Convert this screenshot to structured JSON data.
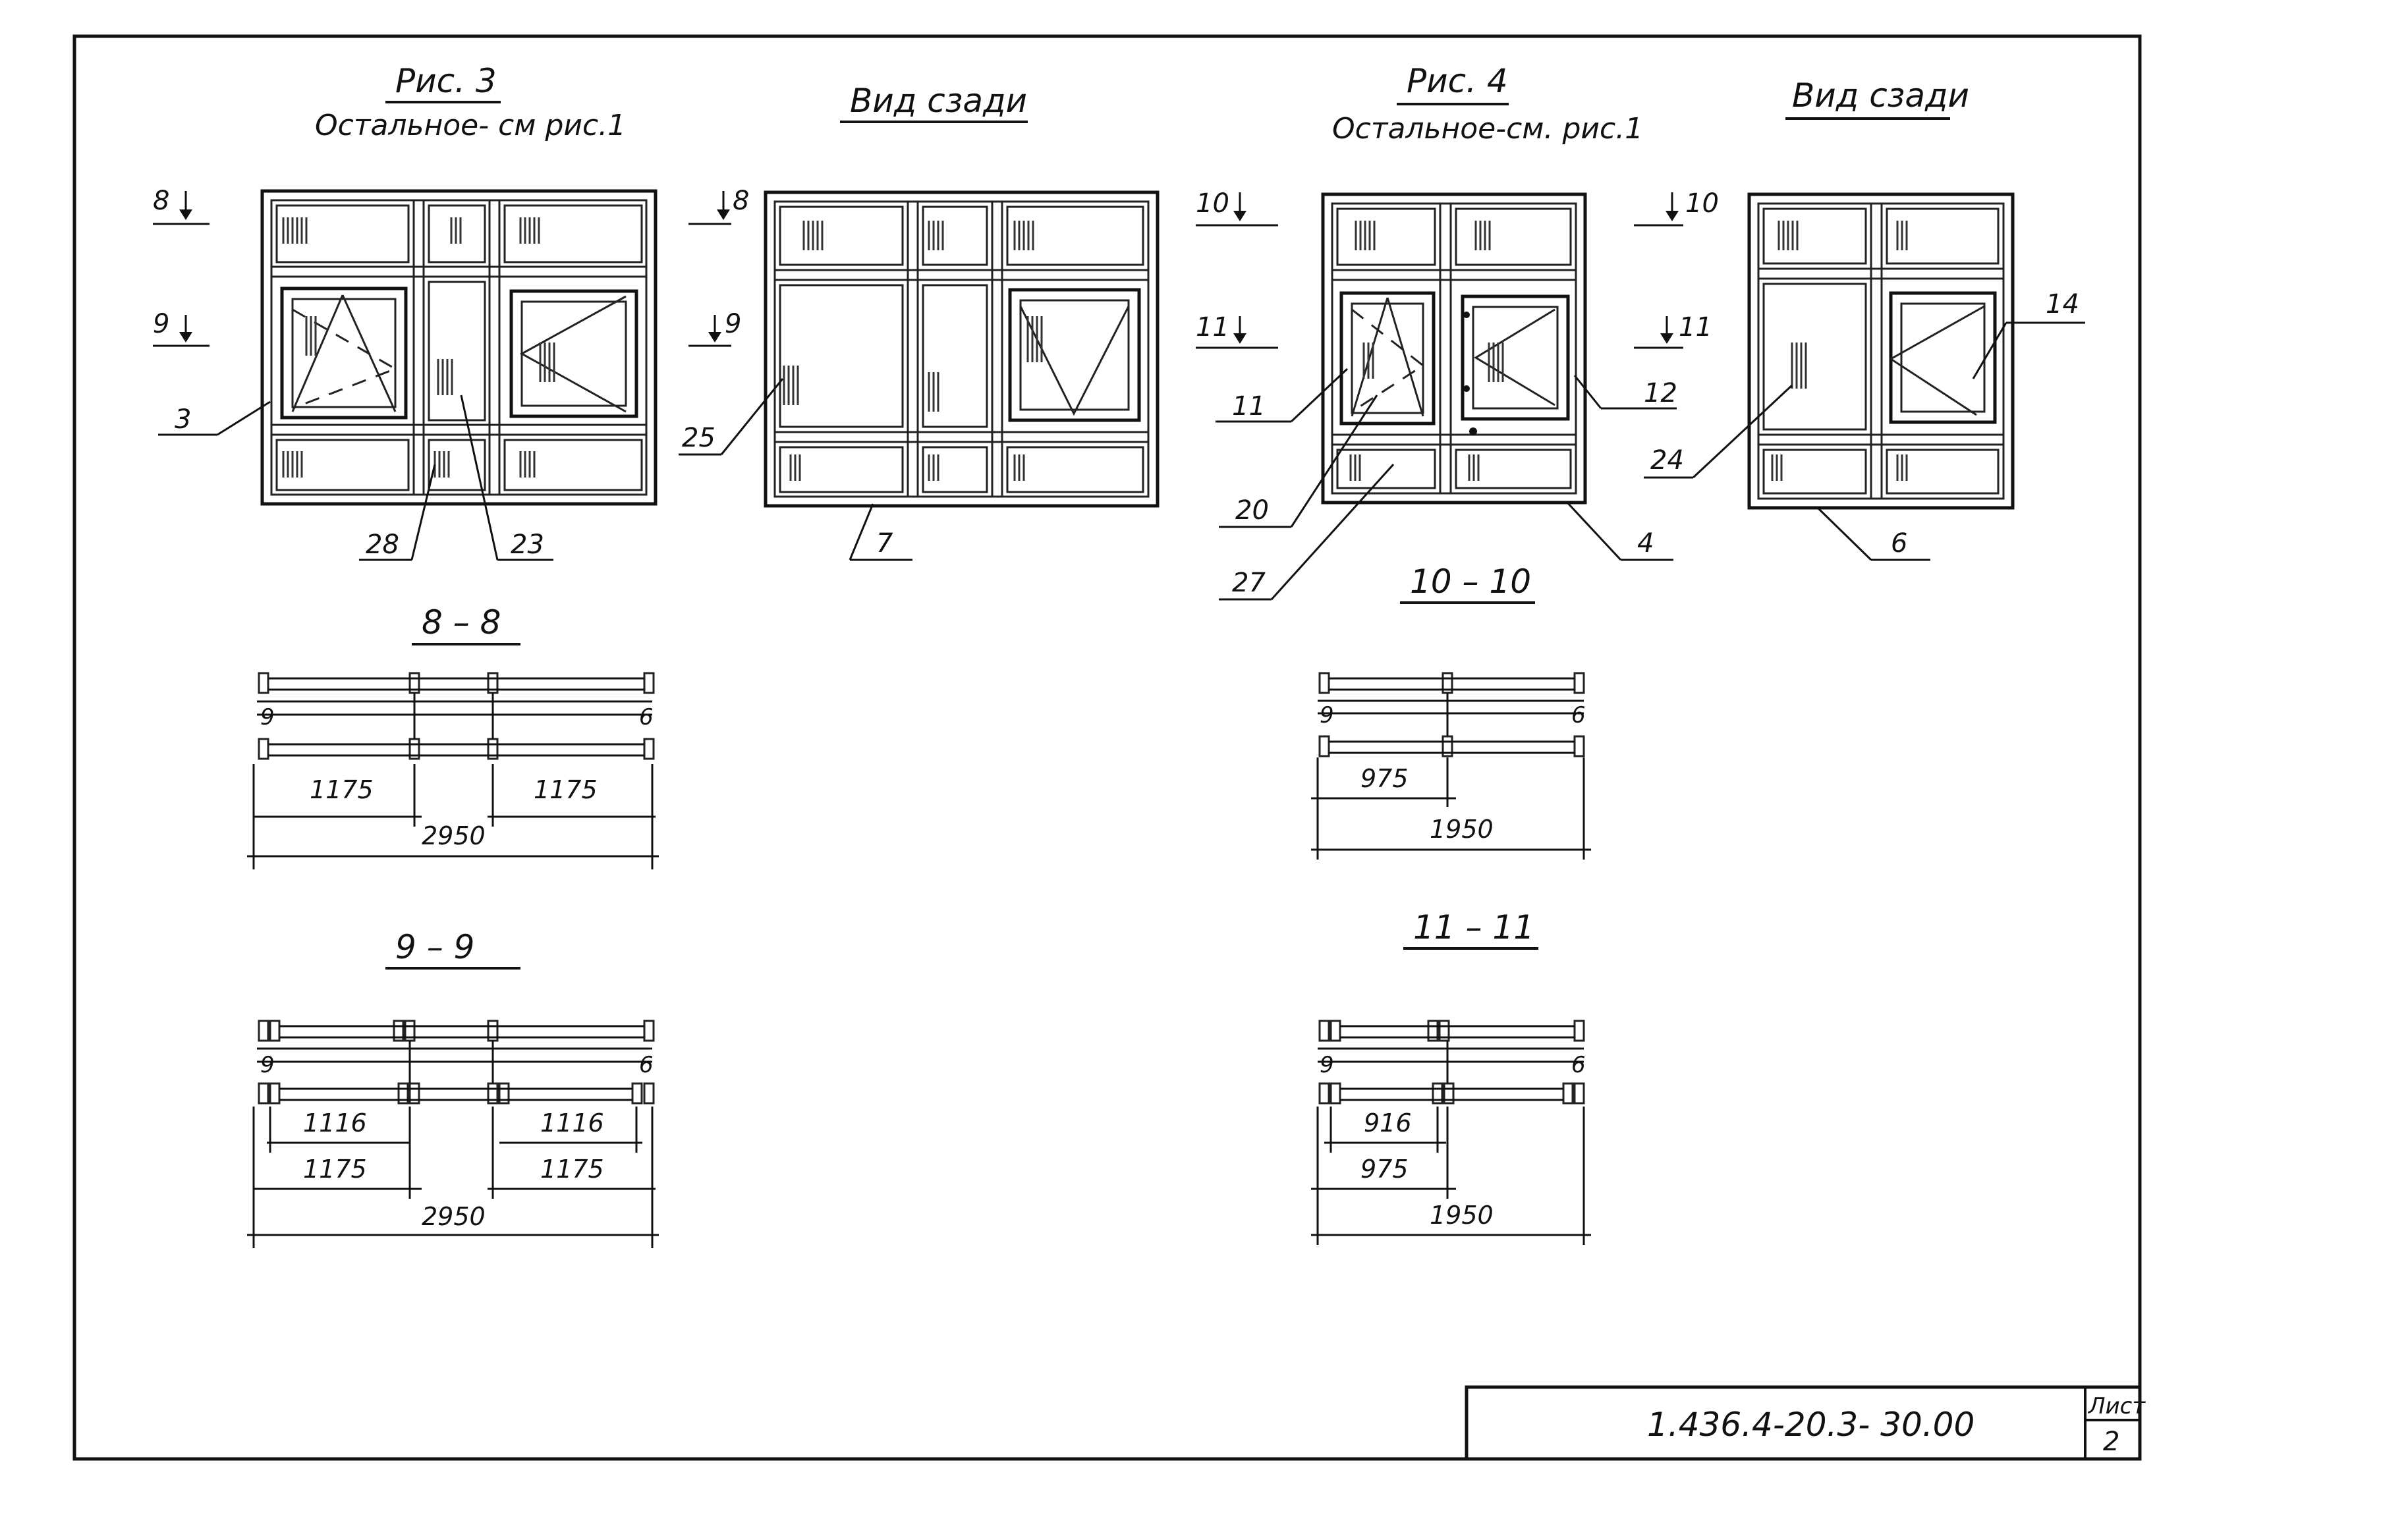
{
  "figure3": {
    "title": "Рис. 3",
    "note": "Остальное- см рис.1",
    "back_view_title": "Вид сзади",
    "section_marks": [
      "8",
      "9",
      "8",
      "9"
    ],
    "callouts_front": [
      "3",
      "28",
      "23"
    ],
    "callouts_back": [
      "25",
      "7"
    ]
  },
  "figure4": {
    "title": "Рис. 4",
    "note": "Остальное-см. рис.1",
    "back_view_title": "Вид сзади",
    "section_marks": [
      "10",
      "11",
      "10",
      "11"
    ],
    "callouts_front": [
      "11",
      "20",
      "27",
      "12",
      "4"
    ],
    "callouts_back": [
      "14",
      "24",
      "6"
    ]
  },
  "sections": {
    "s88": {
      "title": "8 – 8",
      "dims": [
        "1175",
        "1175",
        "2950"
      ],
      "marks": [
        "9",
        "6"
      ]
    },
    "s99": {
      "title": "9 – 9",
      "dims": [
        "1116",
        "1116",
        "1175",
        "1175",
        "2950"
      ],
      "marks": [
        "9",
        "6"
      ]
    },
    "s1010": {
      "title": "10 – 10",
      "dims": [
        "975",
        "1950"
      ],
      "marks": [
        "9",
        "6"
      ]
    },
    "s1111": {
      "title": "11 – 11",
      "dims": [
        "916",
        "975",
        "1950"
      ],
      "marks": [
        "9",
        "6"
      ]
    }
  },
  "title_block": {
    "code": "1.436.4-20.3- 30.00",
    "sheet_label": "Лист",
    "sheet_number": "2"
  }
}
